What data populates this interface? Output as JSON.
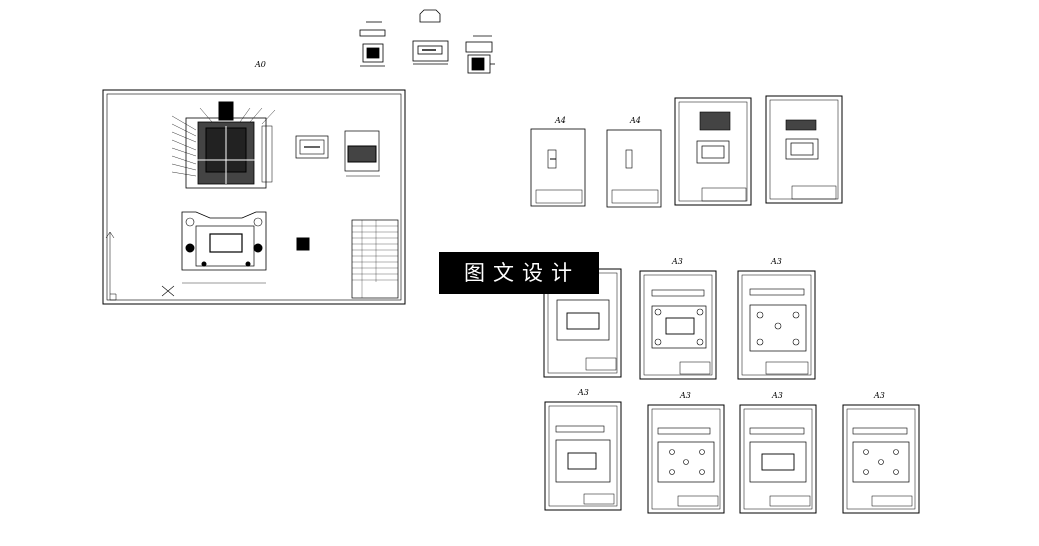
{
  "watermark": {
    "text": "图文设计"
  },
  "sheet_labels": {
    "assembly": "A0",
    "a4_first": "A4",
    "a4_second": "A4",
    "a3_row1_second": "A3",
    "a3_row1_third": "A3",
    "a3_row2_first": "A3",
    "a3_row2_second": "A3",
    "a3_row2_third": "A3",
    "a3_row2_fourth": "A3"
  },
  "colors": {
    "line": "#000000",
    "background": "#ffffff",
    "watermark_bg": "#000000",
    "watermark_text": "#ffffff"
  }
}
